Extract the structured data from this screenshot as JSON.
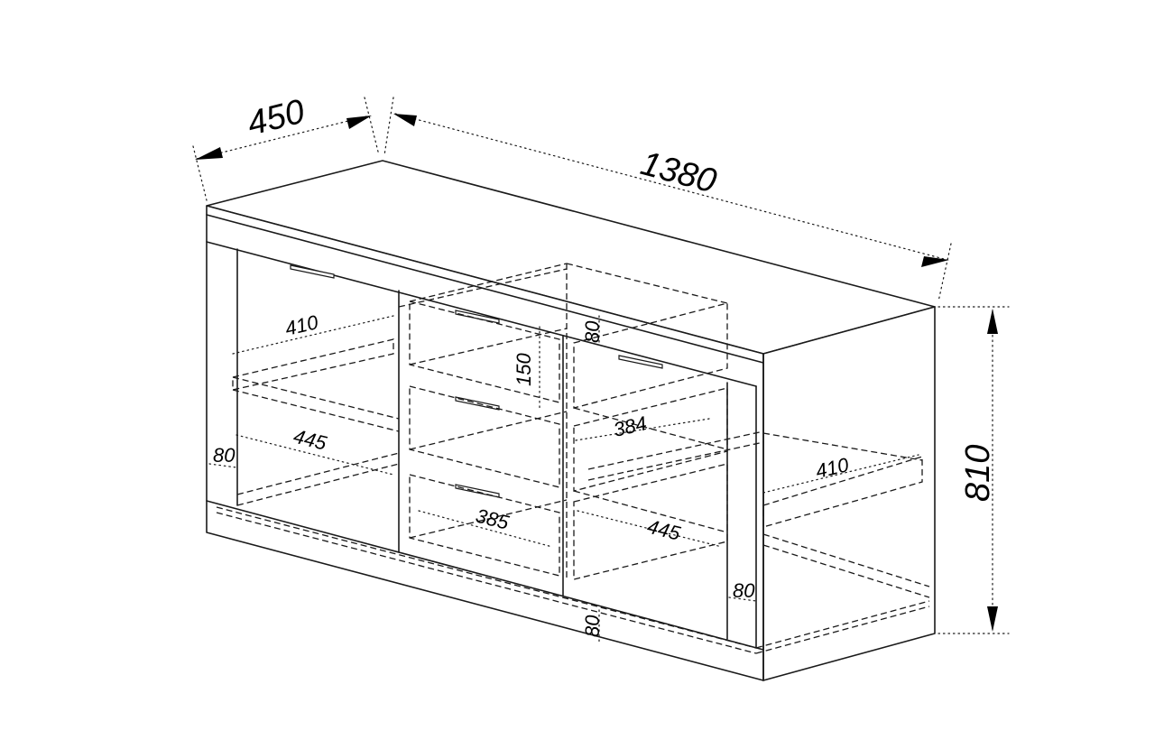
{
  "dimensions": {
    "depth": "450",
    "width": "1380",
    "height": "810",
    "left_shelf_depth": "410",
    "left_shelf_width": "445",
    "left_plinth": "80",
    "drawer_height": "150",
    "top_rail": "80",
    "drawer_depth": "384",
    "drawer_width": "385",
    "right_shelf_depth": "410",
    "right_shelf_width": "445",
    "right_plinth": "80",
    "bottom_plinth": "80"
  }
}
